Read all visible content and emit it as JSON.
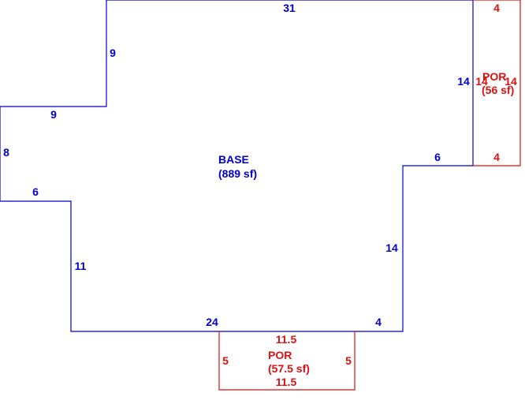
{
  "colors": {
    "base": "#0000cc",
    "porch": "#dd1111",
    "background": "#ffffff"
  },
  "base": {
    "name": "BASE",
    "area": "(889 sf)",
    "dims": {
      "top": "31",
      "right_upper": "14",
      "step_right": "6",
      "right_lower": "14",
      "bottom_right": "4",
      "bottom": "24",
      "left_lower": "11",
      "step_left_lower": "6",
      "left": "8",
      "step_left_upper": "9",
      "left_upper": "9"
    }
  },
  "porch_right": {
    "name": "POR",
    "area": "(56 sf)",
    "dims": {
      "top": "4",
      "bottom": "4",
      "left": "14",
      "right": "14"
    }
  },
  "porch_bottom": {
    "name": "POR",
    "area": "(57.5 sf)",
    "dims": {
      "top": "11.5",
      "bottom": "11.5",
      "left": "5",
      "right": "5"
    }
  }
}
